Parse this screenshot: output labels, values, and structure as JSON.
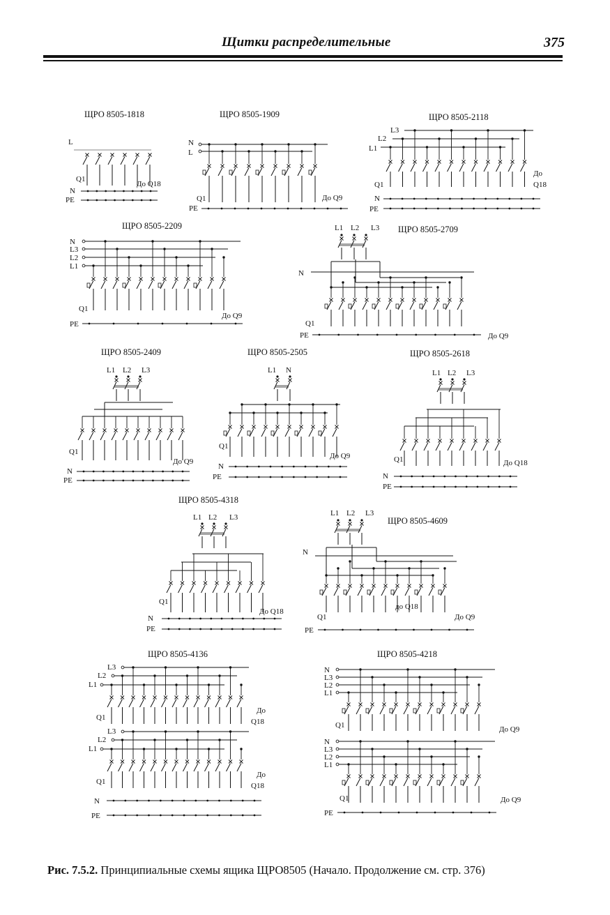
{
  "header": {
    "title": "Щитки распределительные",
    "page_number": "375"
  },
  "diagrams": [
    {
      "title": "ЩРО 8505-1818",
      "lines": [
        "L",
        "N",
        "PE"
      ],
      "q_label": "Q1",
      "to_label": "До Q18"
    },
    {
      "title": "ЩРО 8505-1909",
      "lines": [
        "N",
        "L",
        "PE"
      ],
      "q_label": "Q1",
      "to_label": "До Q9"
    },
    {
      "title": "ЩРО 8505-2118",
      "lines": [
        "L3",
        "L2",
        "L1",
        "N",
        "PE"
      ],
      "q_label": "Q1",
      "to_label": "До Q18"
    },
    {
      "title": "ЩРО 8505-2209",
      "lines": [
        "N",
        "L3",
        "L2",
        "L1",
        "PE"
      ],
      "q_label": "Q1",
      "to_label": "До Q9"
    },
    {
      "title": "ЩРО 8505-2709",
      "lines": [
        "L1",
        "L2",
        "L3",
        "N",
        "PE"
      ],
      "q_label": "Q1",
      "to_label": "До Q9"
    },
    {
      "title": "ЩРО 8505-2409",
      "lines": [
        "L1",
        "L2",
        "L3",
        "N",
        "PE"
      ],
      "q_label": "Q1",
      "to_label": "До Q9"
    },
    {
      "title": "ЩРО 8505-2505",
      "lines": [
        "L1",
        "N",
        "N",
        "PE"
      ],
      "q_label": "Q1",
      "to_label": "До Q9"
    },
    {
      "title": "ЩРО 8505-2618",
      "lines": [
        "L1",
        "L2",
        "L3",
        "N",
        "PE"
      ],
      "q_label": "Q1",
      "to_label": "До Q18"
    },
    {
      "title": "ЩРО 8505-4318",
      "lines": [
        "L1",
        "L2",
        "L3",
        "N",
        "PE"
      ],
      "q_label": "Q1",
      "to_label": "До Q18"
    },
    {
      "title": "ЩРО 8505-4609",
      "lines": [
        "L1",
        "L2",
        "L3",
        "N",
        "PE"
      ],
      "q_label": "Q1",
      "to_label": "До Q9",
      "to_label_2": "до Q18"
    },
    {
      "title": "ЩРО 8505-4136",
      "lines": [
        "L3",
        "L2",
        "L1",
        "L3",
        "L2",
        "L1",
        "N",
        "PE"
      ],
      "q_label": "Q1",
      "to_label": "До Q18"
    },
    {
      "title": "ЩРО 8505-4218",
      "lines": [
        "N",
        "L3",
        "L2",
        "L1",
        "N",
        "L3",
        "L2",
        "L1",
        "PE"
      ],
      "q_label": "Q1",
      "to_label": "До Q9"
    }
  ],
  "caption": {
    "number": "Рис. 7.5.2.",
    "text": "Принципиальные схемы ящика ЩРО8505 (Начало. Продолжение см. стр. 376)"
  }
}
